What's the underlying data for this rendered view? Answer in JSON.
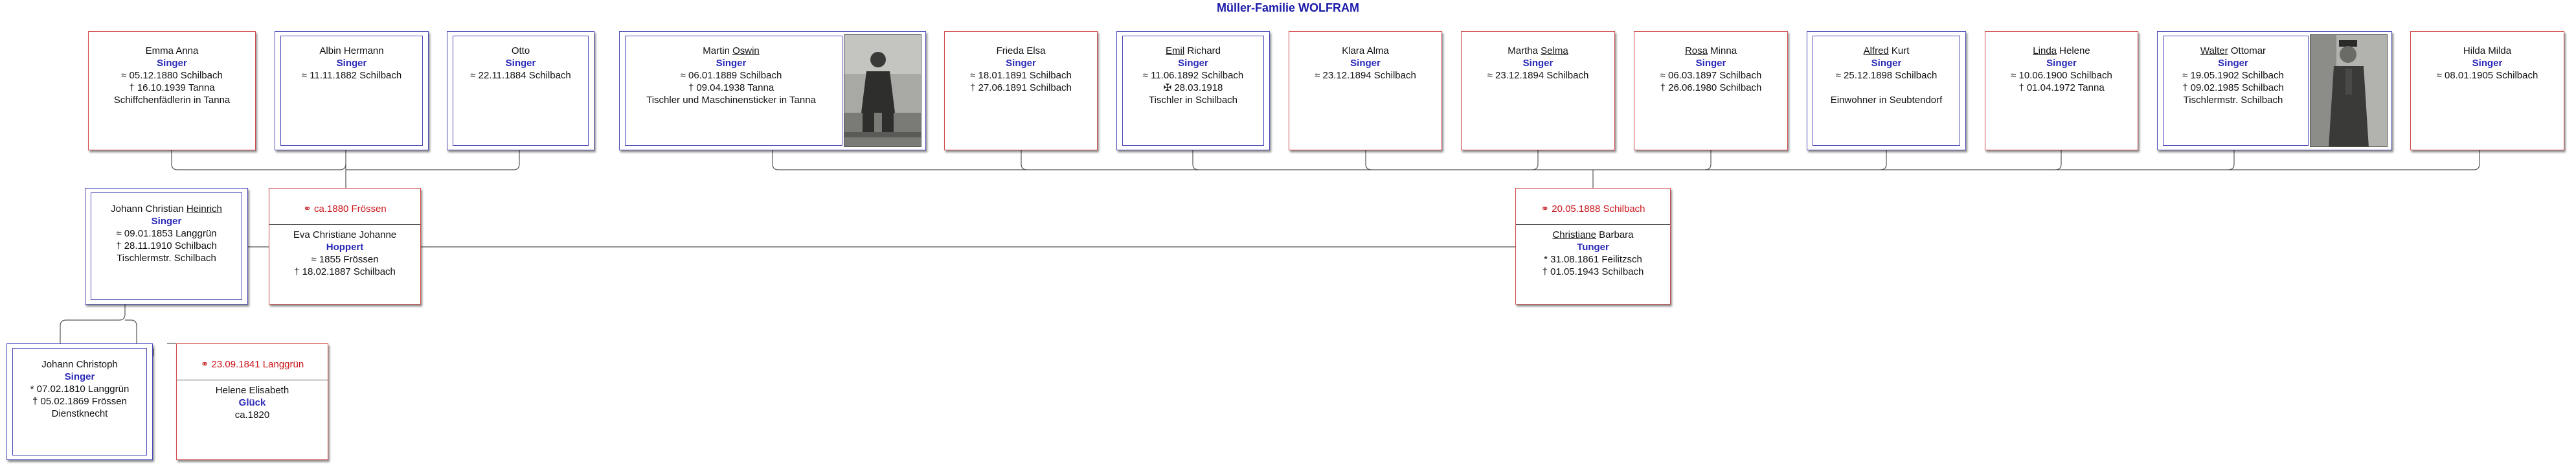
{
  "title": "Müller-Familie WOLFRAM",
  "children1": [
    {
      "first_pre": "Emma Anna",
      "first_u": "",
      "first_post": "",
      "surname": "Singer",
      "lines": [
        "≈  05.12.1880 Schilbach",
        "†  16.10.1939 Tanna",
        "Schiffchenfädlerin in Tanna"
      ]
    },
    {
      "first_pre": "Albin Hermann",
      "first_u": "",
      "first_post": "",
      "surname": "Singer",
      "lines": [
        "≈  11.11.1882 Schilbach"
      ]
    },
    {
      "first_pre": "Otto",
      "first_u": "",
      "first_post": "",
      "surname": "Singer",
      "lines": [
        "≈  22.11.1884 Schilbach"
      ]
    }
  ],
  "children2": [
    {
      "first_pre": "Martin ",
      "first_u": "Oswin",
      "first_post": "",
      "surname": "Singer",
      "lines": [
        "≈  06.01.1889 Schilbach",
        "†  09.04.1938 Tanna",
        "Tischler und Maschinensticker in Tanna"
      ]
    },
    {
      "first_pre": "Frieda Elsa",
      "first_u": "",
      "first_post": "",
      "surname": "Singer",
      "lines": [
        "≈  18.01.1891 Schilbach",
        "†  27.06.1891 Schilbach"
      ]
    },
    {
      "first_pre": "",
      "first_u": "Emil",
      "first_post": " Richard",
      "surname": "Singer",
      "lines": [
        "≈  11.06.1892 Schilbach",
        "✠  28.03.1918",
        "Tischler in Schilbach"
      ]
    },
    {
      "first_pre": "Klara Alma",
      "first_u": "",
      "first_post": "",
      "surname": "Singer",
      "lines": [
        "≈  23.12.1894 Schilbach"
      ]
    },
    {
      "first_pre": "Martha ",
      "first_u": "Selma",
      "first_post": "",
      "surname": "Singer",
      "lines": [
        "≈  23.12.1894 Schilbach"
      ]
    },
    {
      "first_pre": "",
      "first_u": "Rosa",
      "first_post": " Minna",
      "surname": "Singer",
      "lines": [
        "≈  06.03.1897 Schilbach",
        "†  26.06.1980 Schilbach"
      ]
    },
    {
      "first_pre": "",
      "first_u": "Alfred",
      "first_post": " Kurt",
      "surname": "Singer",
      "lines": [
        "≈  25.12.1898 Schilbach",
        "",
        "Einwohner in Seubtendorf"
      ]
    },
    {
      "first_pre": "",
      "first_u": "Linda",
      "first_post": " Helene",
      "surname": "Singer",
      "lines": [
        "≈  10.06.1900 Schilbach",
        "†  01.04.1972 Tanna"
      ]
    },
    {
      "first_pre": "",
      "first_u": "Walter",
      "first_post": " Ottomar",
      "surname": "Singer",
      "lines": [
        "≈  19.05.1902 Schilbach",
        "†  09.02.1985 Schilbach",
        "Tischlermstr. Schilbach"
      ]
    },
    {
      "first_pre": "Hilda Milda",
      "first_u": "",
      "first_post": "",
      "surname": "Singer",
      "lines": [
        "≈  08.01.1905 Schilbach"
      ]
    }
  ],
  "heinrich": {
    "first_pre": "Johann Christian ",
    "first_u": "Heinrich",
    "first_post": "",
    "surname": "Singer",
    "lines": [
      "≈  09.01.1853 Langgrün",
      "†  28.11.1910 Schilbach",
      "Tischlermstr. Schilbach"
    ]
  },
  "wife1": {
    "marriage": "⚭  ca.1880 Frössen",
    "first_pre": "Eva Christiane Johanne",
    "first_u": "",
    "first_post": "",
    "surname": "Hoppert",
    "lines": [
      "≈  1855 Frössen",
      "†  18.02.1887 Schilbach"
    ]
  },
  "wife2": {
    "marriage": "⚭  20.05.1888 Schilbach",
    "first_pre": "",
    "first_u": "Christiane",
    "first_post": " Barbara",
    "surname": "Tunger",
    "lines": [
      "*  31.08.1861 Feilitzsch",
      "†  01.05.1943 Schilbach"
    ]
  },
  "christoph": {
    "first_pre": "Johann Christoph",
    "first_u": "",
    "first_post": "",
    "surname": "Singer",
    "lines": [
      "*  07.02.1810 Langgrün",
      "†  05.02.1869 Frössen",
      "Dienstknecht"
    ]
  },
  "helene": {
    "marriage": "⚭  23.09.1841 Langgrün",
    "first_pre": "Helene Elisabeth",
    "first_u": "",
    "first_post": "",
    "surname": "Glück",
    "lines": [
      "ca.1820"
    ]
  }
}
